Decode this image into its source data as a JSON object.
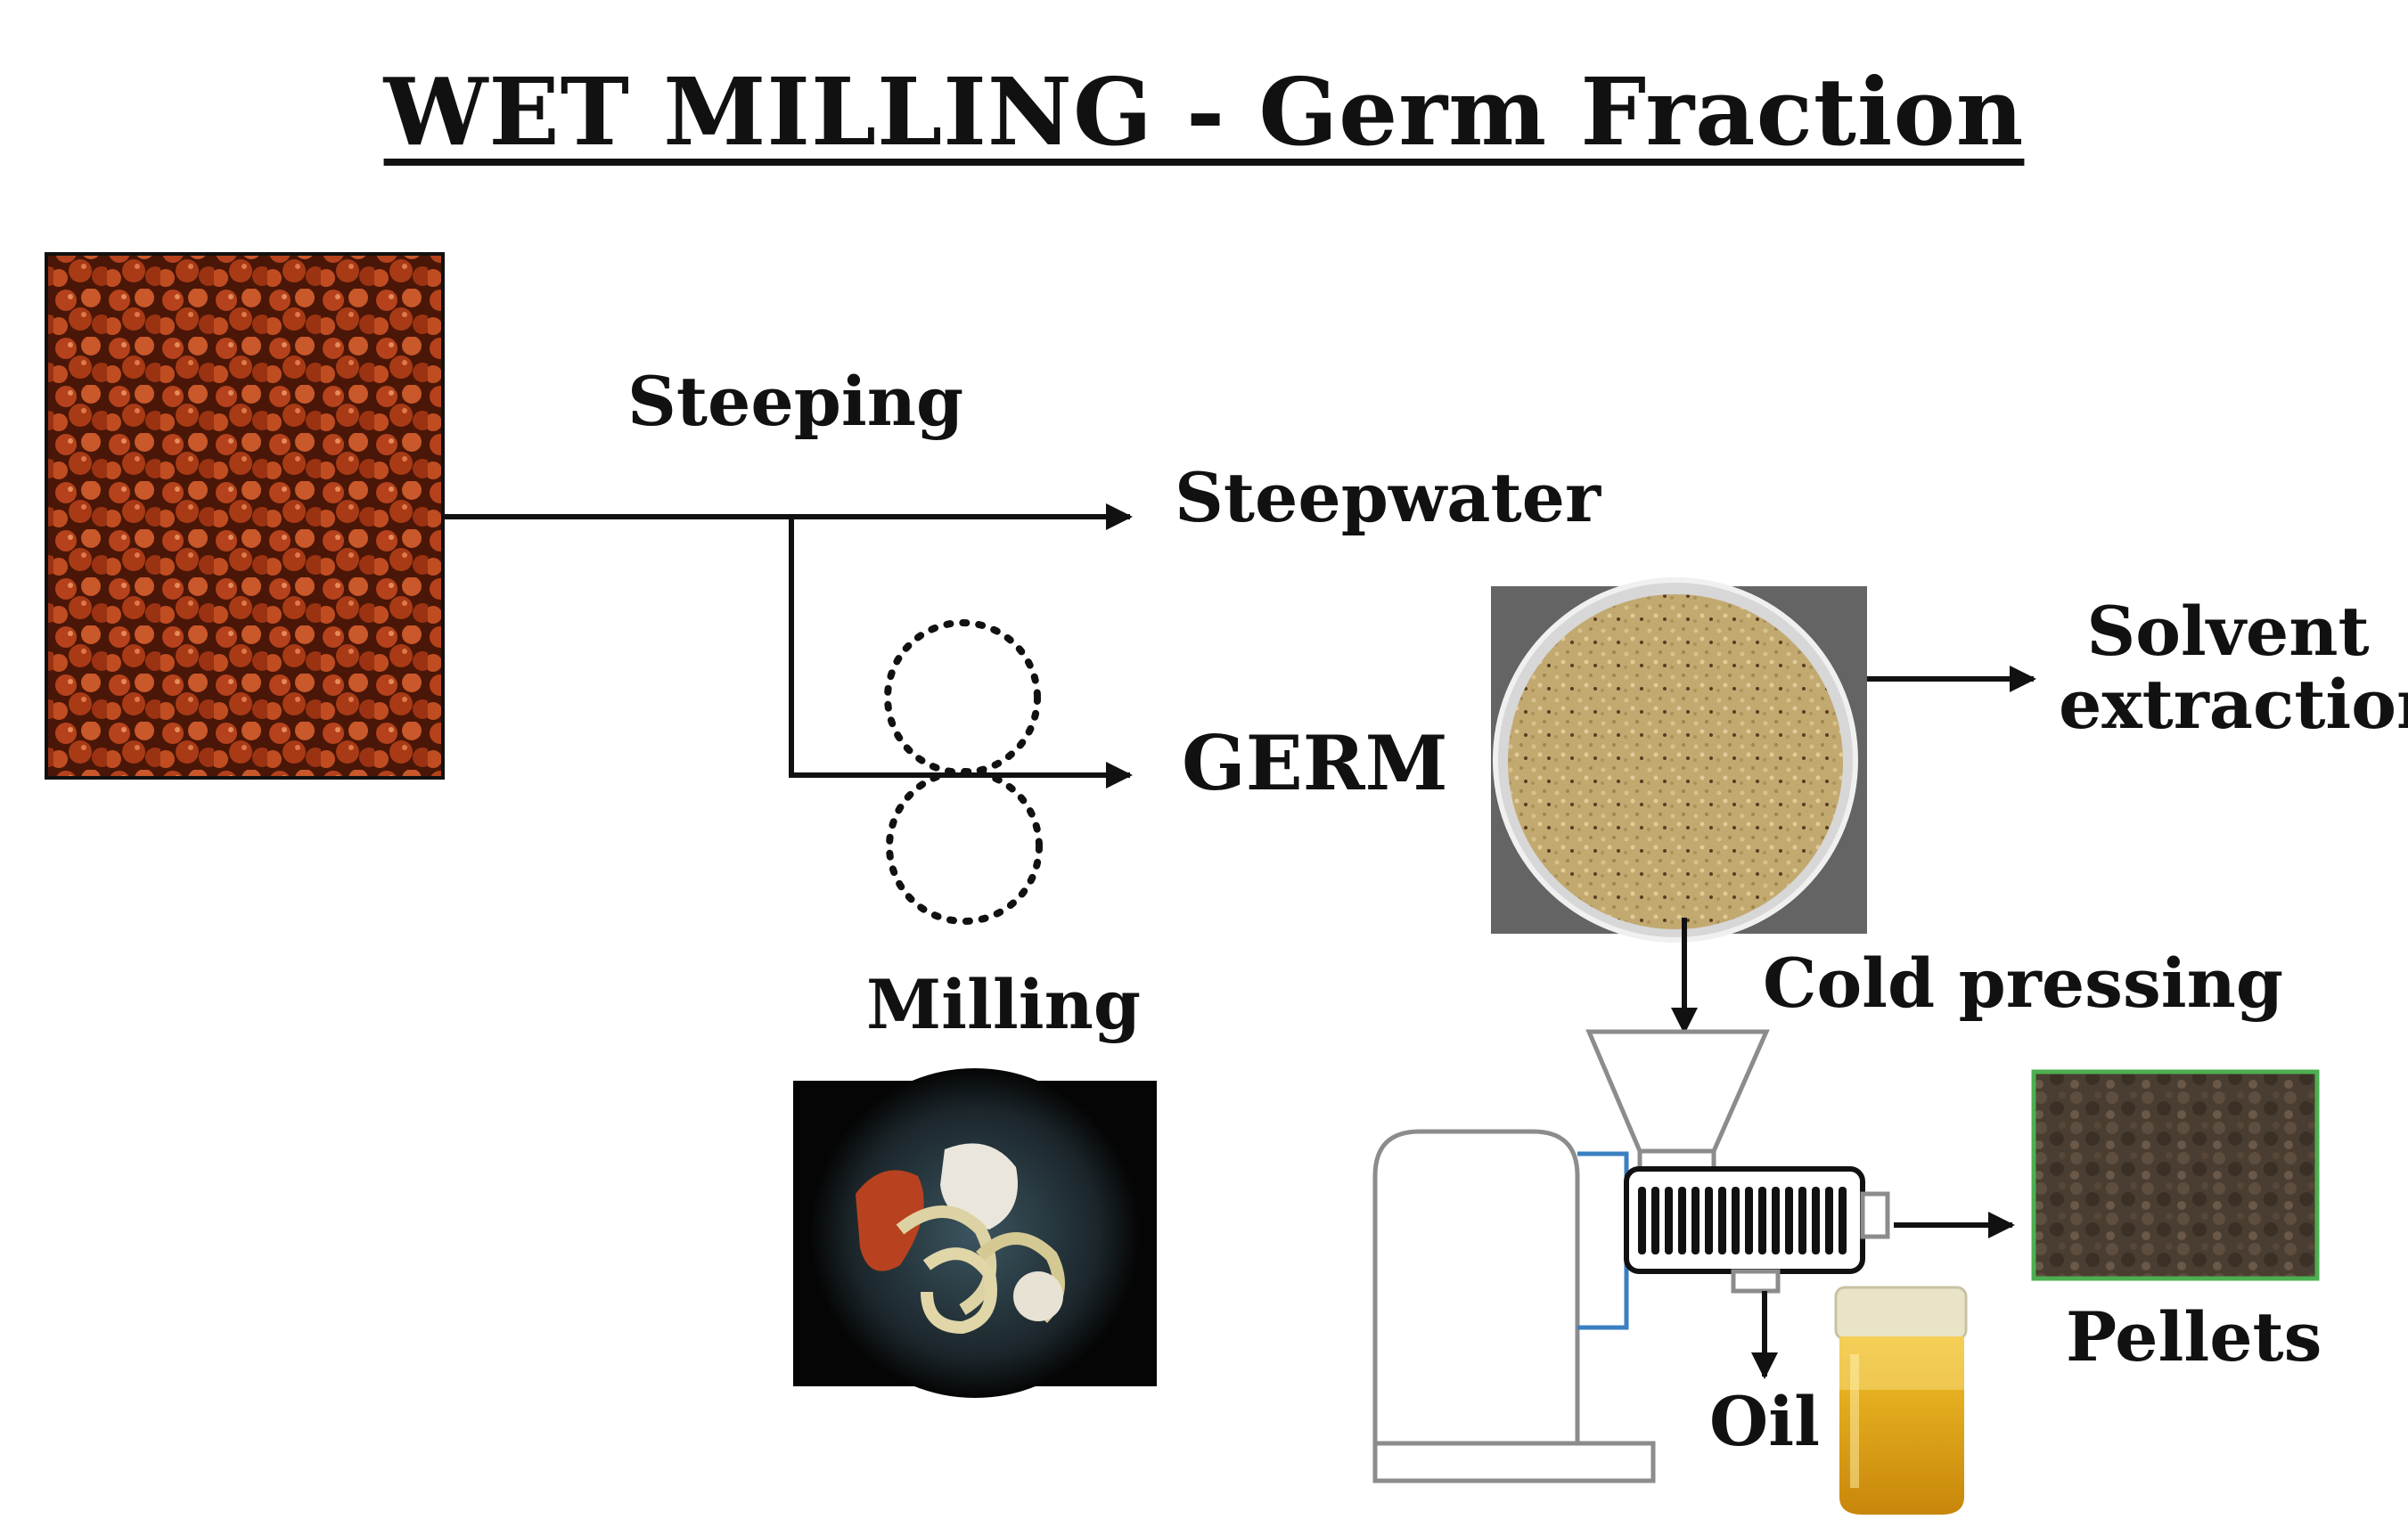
{
  "title": "WET MILLING - Germ Fraction",
  "labels": {
    "steeping": "Steeping",
    "steepwater": "Steepwater",
    "germ": "GERM",
    "milling": "Milling",
    "solvent_line1": "Solvent",
    "solvent_line2": "extraction",
    "cold_pressing": "Cold pressing",
    "oil": "Oil",
    "pellets": "Pellets"
  },
  "colors": {
    "line": "#111111",
    "press_outline": "#8c8c8c",
    "press_accent": "#3a7fc1",
    "pellet_border": "#4caf50",
    "oil": "#d9a20f",
    "grain": "#b5421c",
    "germ_bg": "#c2a970"
  },
  "icons": {
    "grain_photo": "sorghum-grain-photo",
    "germ_photo": "germ-petri-dish-photo",
    "milled_photo": "milled-germ-microscope-photo",
    "press": "screw-press-icon",
    "oil_jar": "oil-jar-icon",
    "pellets_photo": "pellets-photo"
  }
}
